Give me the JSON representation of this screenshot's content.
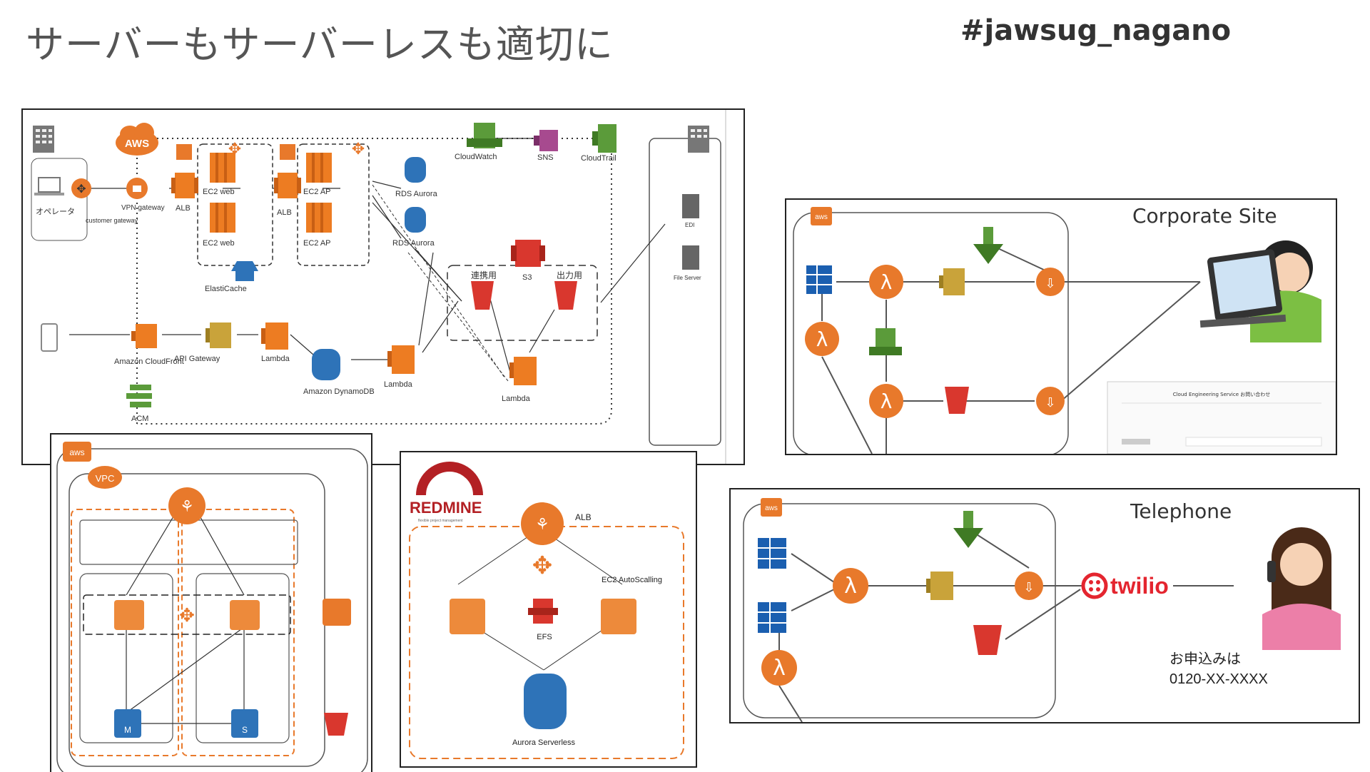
{
  "slide": {
    "title": "サーバーもサーバーレスも適切に",
    "hashtag": "#jawsug_nagano"
  },
  "main_diagram": {
    "labels": {
      "aws": "AWS",
      "operator": "オペレータ",
      "customer_gateway": "customer gateway",
      "vpn_gateway": "VPN gateway",
      "alb1": "ALB",
      "alb2": "ALB",
      "ec2web1": "EC2 web",
      "ec2web2": "EC2 web",
      "ec2ap1": "EC2 AP",
      "ec2ap2": "EC2 AP",
      "elasticache": "ElastiCache",
      "rds1": "RDS Aurora",
      "rds2": "RDS Aurora",
      "cloudwatch": "CloudWatch",
      "sns": "SNS",
      "cloudtrail": "CloudTrail",
      "s3": "S3",
      "renkei": "連携用",
      "shutsuryoku": "出力用",
      "edi": "EDI",
      "fileserver": "File Server",
      "cloudfront": "Amazon CloudFront",
      "apigw": "API Gateway",
      "lambda1": "Lambda",
      "lambda2": "Lambda",
      "lambda3": "Lambda",
      "dynamodb": "Amazon DynamoDB",
      "acm": "ACM"
    }
  },
  "vpc_diagram": {
    "labels": {
      "aws": "aws",
      "vpc": "VPC",
      "db_m": "M",
      "db_s": "S"
    }
  },
  "redmine_diagram": {
    "labels": {
      "logo": "REDMINE",
      "tagline": "flexible project management",
      "alb": "ALB",
      "autoscaling": "EC2 AutoScalling",
      "efs": "EFS",
      "aurora": "Aurora Serverless"
    }
  },
  "corporate_diagram": {
    "labels": {
      "title": "Corporate Site",
      "aws": "aws",
      "form_title": "Cloud Engineering Service お問い合わせ"
    }
  },
  "telephone_diagram": {
    "labels": {
      "title": "Telephone",
      "aws": "aws",
      "twilio": "twilio",
      "apply": "お申込みは",
      "phone": "0120-XX-XXXX"
    }
  },
  "colors": {
    "aws_orange": "#e8792b",
    "ec2_orange": "#ed7c22",
    "rds_blue": "#2e73b8",
    "green": "#5b9b3a",
    "s3_red": "#d9372e",
    "gold": "#c9a33a",
    "redmine_red": "#b32024"
  }
}
